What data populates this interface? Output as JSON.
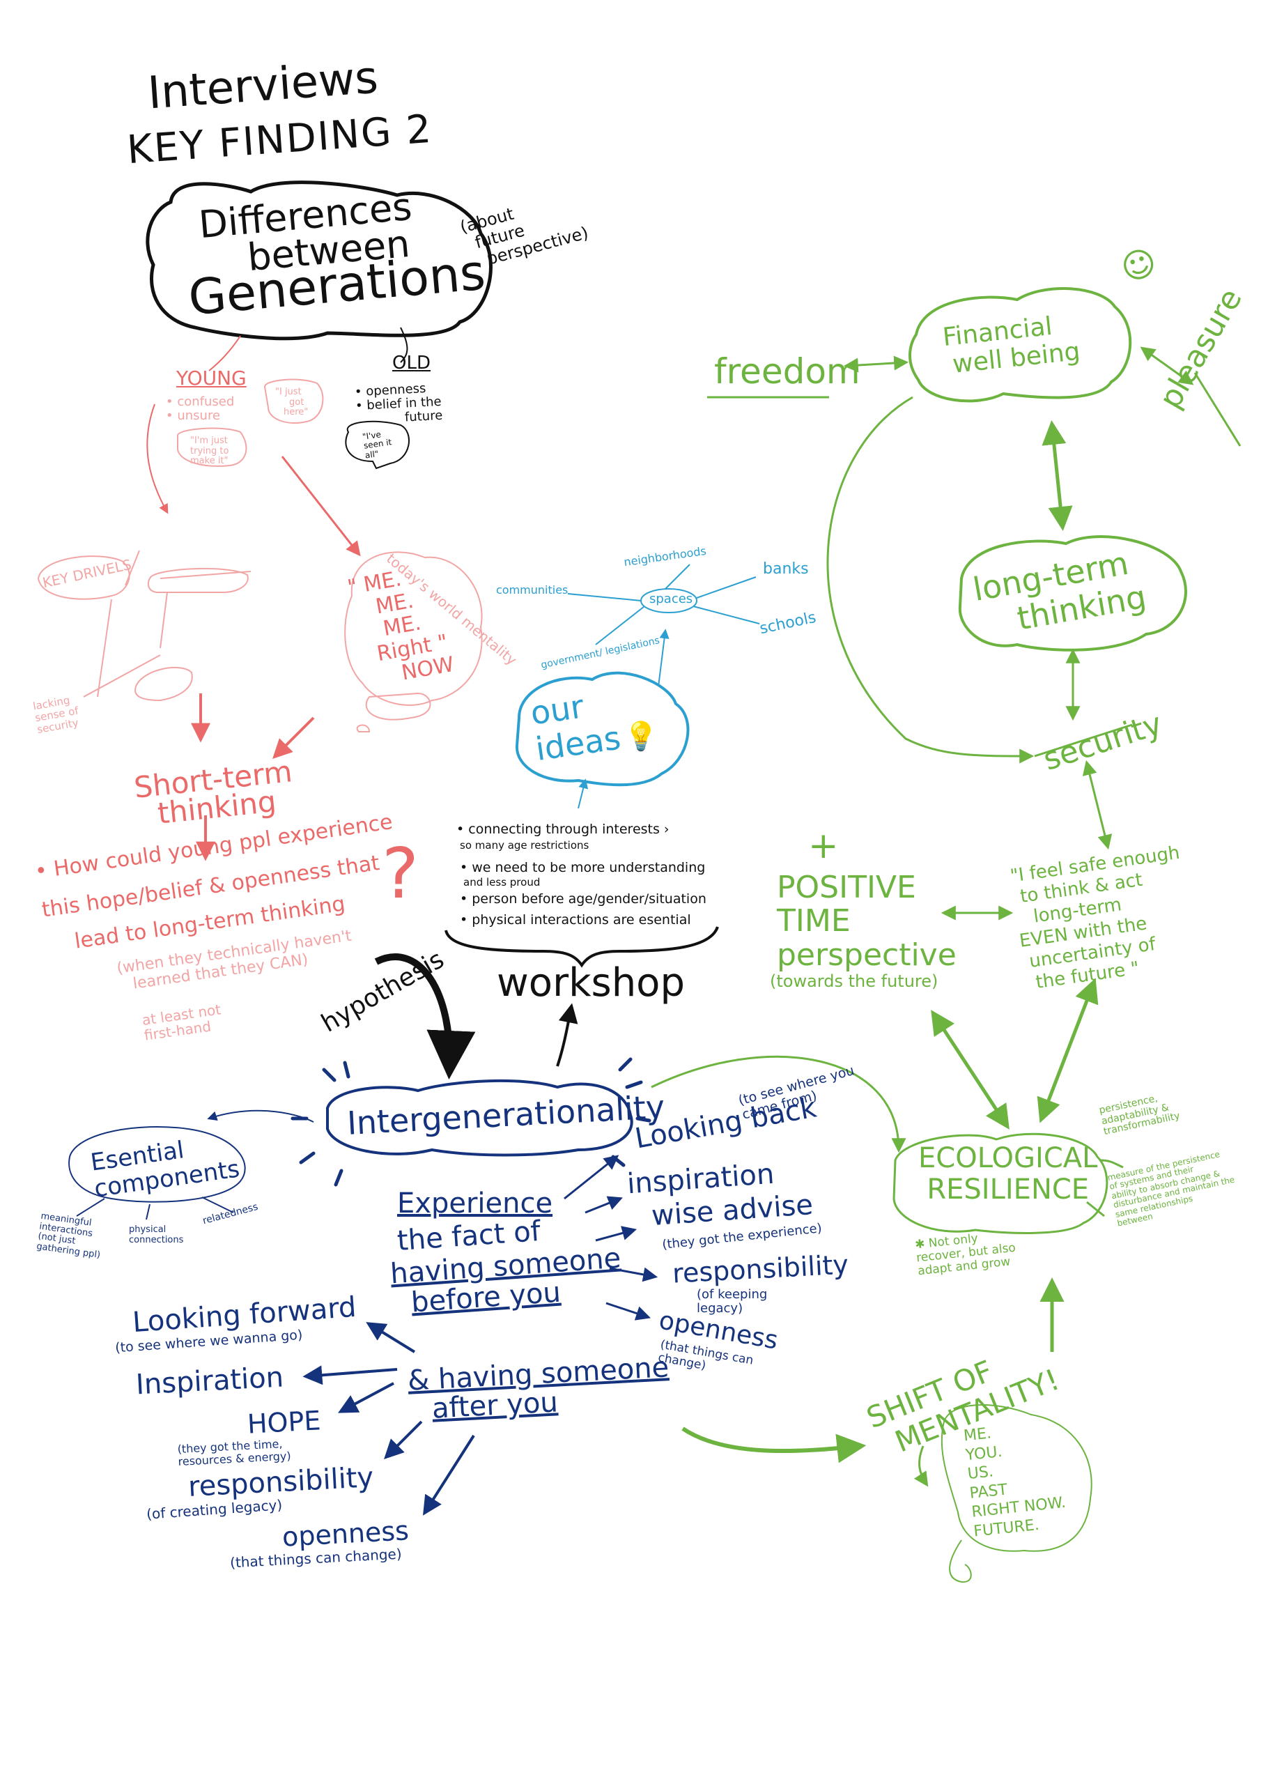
{
  "title": {
    "line1": "Interviews",
    "line2": "KEY FINDING 2"
  },
  "generations": {
    "heading": [
      "Differences",
      "between",
      "Generations"
    ],
    "note": [
      "(about",
      "future",
      "perspective)"
    ],
    "old": {
      "label": "OLD",
      "items": [
        "• openness",
        "• belief in the",
        "future"
      ],
      "bubble": [
        "\"I've",
        "seen it",
        "all\""
      ]
    },
    "young": {
      "label": "YOUNG",
      "items": [
        "• confused",
        "• unsure"
      ],
      "bubble1": [
        "\"I just",
        "got",
        "here\""
      ],
      "bubble2": [
        "\"I'm just",
        "trying to",
        "make it\""
      ]
    }
  },
  "red_region": {
    "key_drivels": "KEY DRIVELS",
    "me_bubble": [
      "\" ME.",
      "ME.",
      "ME.",
      "Right \"",
      "NOW"
    ],
    "todays_world": "today's world mentality",
    "lacking": [
      "lacking",
      "sense of",
      "security"
    ],
    "short_term": [
      "Short-term",
      "thinking"
    ],
    "question": [
      "• How could young ppl experience",
      "this hope/belief & openness that",
      "lead to long-term thinking"
    ],
    "qmark": "?",
    "caveat": [
      "(when they technically haven't",
      "learned that they CAN)"
    ],
    "caveat2": [
      "at least not",
      "first-hand"
    ]
  },
  "spaces": {
    "center": "spaces",
    "items": [
      "neighborhoods",
      "banks",
      "communities",
      "schools",
      "government/ legislations"
    ],
    "our_ideas": [
      "our",
      "ideas"
    ]
  },
  "workshop": {
    "bullets": [
      "• connecting through interests  ›",
      "    so many    age    restrictions",
      "• we need  to be  more  understanding",
      "     and    less    proud",
      "• person   before   age/gender/situation",
      "• physical   interactions   are   esential"
    ],
    "label": "workshop",
    "hypothesis": "hypothesis"
  },
  "intergen": {
    "center": "Intergenerationality",
    "essential": [
      "Esential",
      "components"
    ],
    "components": [
      "meaningful interactions (not just gathering ppl)",
      "physical connections",
      "relatedness"
    ],
    "experience": [
      "Experience",
      "the fact of",
      "having someone",
      "before you"
    ],
    "before_items": [
      {
        "main": "Looking back",
        "sub": "(to see where you came from)"
      },
      {
        "main": "inspiration",
        "sub": ""
      },
      {
        "main": "wise advise",
        "sub": "(they got the experience)"
      },
      {
        "main": "responsibility",
        "sub": "(of keeping legacy)"
      },
      {
        "main": "openness",
        "sub": "(that things can change)"
      }
    ],
    "after_label": [
      "& having someone",
      "after you"
    ],
    "after_items": [
      {
        "main": "Looking forward",
        "sub": "(to see where we wanna go)"
      },
      {
        "main": "Inspiration",
        "sub": ""
      },
      {
        "main": "HOPE",
        "sub": "(they got the time, resources & energy)"
      },
      {
        "main": "responsibility",
        "sub": "(of creating legacy)"
      },
      {
        "main": "openness",
        "sub": "(that things can change)"
      }
    ]
  },
  "green": {
    "freedom": "freedom",
    "financial": [
      "Financial",
      "well being"
    ],
    "pleasure": "pleasure",
    "smiley": "☺",
    "long_term": [
      "long-term",
      "thinking"
    ],
    "security": "security",
    "quote": [
      "\"I feel safe enough",
      "to think & act",
      "long-term",
      "EVEN with the",
      "uncertainty of",
      "the future \""
    ],
    "plus": "+",
    "positive": [
      "POSITIVE",
      "TIME",
      "perspective"
    ],
    "positive_sub": "(towards the future)",
    "eco": [
      "ECOLOGICAL",
      "RESILIENCE"
    ],
    "eco_notes1": [
      "persistence,",
      "adaptability &",
      "transformability"
    ],
    "eco_notes2": [
      "measure of the persistence",
      "of systems and their",
      "ability to absorb change &",
      "disturbance and maintain the",
      "same relationships",
      "between"
    ],
    "eco_note3": [
      "✱ Not only",
      "recover, but also",
      "adapt and grow"
    ],
    "shift": [
      "SHIFT OF",
      "MENTALITY!"
    ],
    "shift_list": [
      "ME.",
      "YOU.",
      "US.",
      "PAST",
      "RIGHT NOW.",
      "FUTURE."
    ]
  },
  "colors": {
    "black": "#111111",
    "red": "#ea6a6a",
    "blue": "#2a9fd0",
    "navy": "#15327c",
    "green": "#6cb33f"
  }
}
